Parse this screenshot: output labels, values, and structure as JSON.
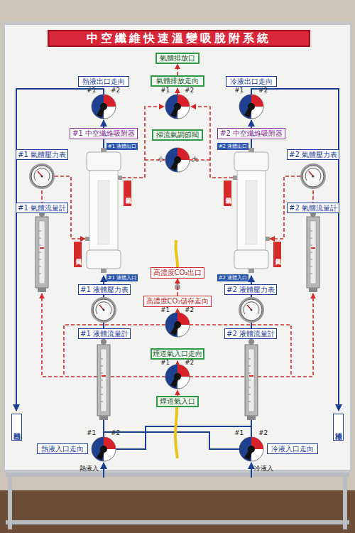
{
  "diagram": {
    "title": "中空纖維快速溫變吸脫附系統",
    "nodes": [
      {
        "text": [
          "氣體排放口"
        ]
      },
      {
        "text": [
          "熱液出口走向"
        ]
      },
      {
        "text": [
          "氣體排放走向"
        ]
      },
      {
        "text": [
          "冷液出口走向"
        ]
      },
      {
        "text": [
          "#1 中空纖維吸附器"
        ]
      },
      {
        "text": [
          "掃流氣調節閥"
        ]
      },
      {
        "text": [
          "#2 中空纖維吸附器"
        ]
      },
      {
        "text": [
          "#1 液體出口"
        ]
      },
      {
        "text": [
          "#2 液體出口"
        ]
      },
      {
        "text": [
          "#1 氣體壓力表"
        ]
      },
      {
        "text": [
          "#2 氣體壓力表"
        ]
      },
      {
        "text": [
          "氣體出口"
        ]
      },
      {
        "text": [
          "氣體出口"
        ]
      },
      {
        "text": [
          "#1 氣體流量計"
        ]
      },
      {
        "text": [
          "#2 氣體流量計"
        ]
      },
      {
        "text": [
          "氣體入口"
        ]
      },
      {
        "text": [
          "氣體入口"
        ]
      },
      {
        "text": [
          "高濃度CO₂出口"
        ]
      },
      {
        "text": [
          "#1 液體入口"
        ]
      },
      {
        "text": [
          "#2 液體入口"
        ]
      },
      {
        "text": [
          "#1 液體壓力表"
        ]
      },
      {
        "text": [
          "#2 液體壓力表"
        ]
      },
      {
        "text": [
          "高濃度CO₂儲存走向"
        ]
      },
      {
        "text": [
          "#1 液體流量計"
        ]
      },
      {
        "text": [
          "#2 液體流量計"
        ]
      },
      {
        "text": [
          "煙道氣入口走向"
        ]
      },
      {
        "text": [
          "煙道氣入口"
        ]
      },
      {
        "text": [
          "回熱槽"
        ]
      },
      {
        "text": [
          "回冷槽"
        ]
      },
      {
        "text": [
          "熱液入口走向"
        ]
      },
      {
        "text": [
          "冷液入口走向"
        ]
      }
    ],
    "edges": [
      {
        "from": 2,
        "to": 0,
        "arrow": "to"
      },
      {
        "from": 22,
        "to": 17,
        "arrow": "to"
      }
    ],
    "labels": [
      "#1",
      "#2",
      "#1",
      "#2",
      "#1",
      "#2",
      "小",
      "大",
      "#1",
      "#2",
      "#1",
      "#2",
      "#1",
      "#2",
      "#1",
      "#2",
      "熱液入",
      "冷液入"
    ]
  }
}
